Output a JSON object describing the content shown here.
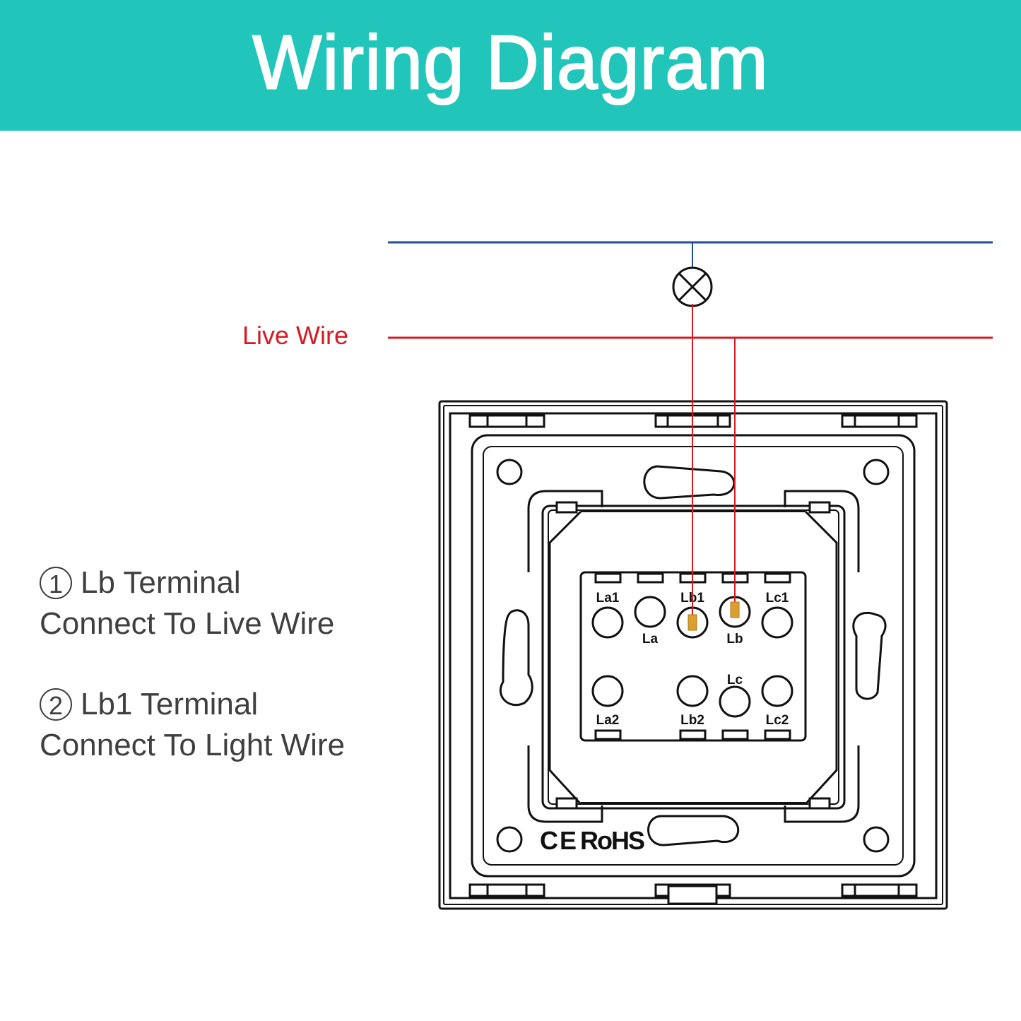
{
  "header": {
    "title": "Wiring Diagram",
    "background_color": "#22c5b9"
  },
  "wires": {
    "live_label": "Live Wire",
    "live_color": "#d71a21",
    "neutral_color": "#1f4e8c"
  },
  "symbols": {
    "lamp": "lamp-symbol-circle-x"
  },
  "instructions": [
    {
      "number": "1",
      "title": "Lb Terminal",
      "detail": "Connect To Live Wire"
    },
    {
      "number": "2",
      "title": "Lb1 Terminal",
      "detail": "Connect To Light Wire"
    }
  ],
  "switch": {
    "terminals": [
      "La1",
      "La",
      "Lb1",
      "Lb",
      "Lc1",
      "La2",
      "Lb2",
      "Lc",
      "Lc2"
    ],
    "connected_terminals": [
      "Lb1",
      "Lb"
    ],
    "certifications": {
      "ce": "CE",
      "rohs": "RoHS"
    }
  }
}
